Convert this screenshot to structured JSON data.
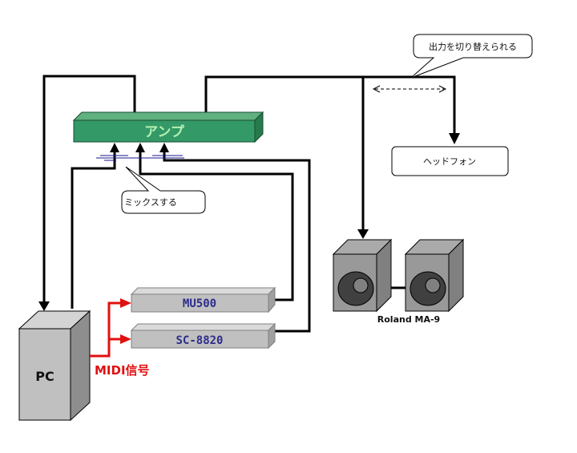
{
  "diagram": {
    "title": "",
    "nodes": {
      "amp": {
        "label": "アンプ",
        "color": "#339966"
      },
      "pc": {
        "label": "PC",
        "color": "#c0c0c0"
      },
      "mu500": {
        "label": "MU500",
        "color": "#c0c0c0"
      },
      "sc8820": {
        "label": "SC-8820",
        "color": "#c0c0c0"
      },
      "headphone": {
        "label": "ヘッドフォン"
      },
      "speakers": {
        "label": "Roland MA-9",
        "color": "#999999"
      }
    },
    "callouts": {
      "mix": "ミックスする",
      "switch": "出力を切り替えられる"
    },
    "signals": {
      "midi": {
        "label": "MIDI信号",
        "color": "#e01010"
      },
      "audio": {
        "color": "#000000"
      },
      "mix_line": {
        "color": "#1a1a8c"
      }
    },
    "edges": [
      {
        "from": "pc",
        "to": "amp",
        "type": "audio"
      },
      {
        "from": "amp",
        "to": "pc",
        "type": "audio"
      },
      {
        "from": "pc",
        "to": "mu500",
        "type": "midi"
      },
      {
        "from": "pc",
        "to": "sc8820",
        "type": "midi"
      },
      {
        "from": "mu500",
        "to": "amp",
        "type": "audio"
      },
      {
        "from": "sc8820",
        "to": "amp",
        "type": "audio"
      },
      {
        "from": "amp",
        "to": "headphone",
        "type": "audio"
      },
      {
        "from": "amp",
        "to": "speakers",
        "type": "audio"
      }
    ]
  }
}
